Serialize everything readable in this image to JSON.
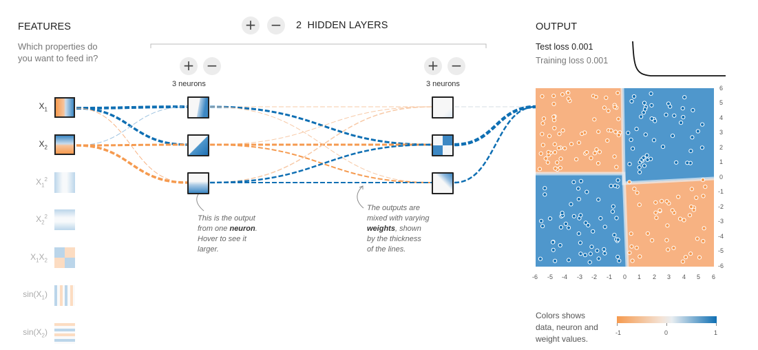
{
  "features_panel": {
    "title": "FEATURES",
    "subtitle_line1": "Which properties do",
    "subtitle_line2": "you want to feed in?",
    "items": [
      {
        "base": "X",
        "sub": "1",
        "sup": "",
        "active": true
      },
      {
        "base": "X",
        "sub": "2",
        "sup": "",
        "active": true
      },
      {
        "base": "X",
        "sub": "1",
        "sup": "2",
        "active": false
      },
      {
        "base": "X",
        "sub": "2",
        "sup": "2",
        "active": false
      },
      {
        "base": "X",
        "sub": "1",
        "base2": "X",
        "sub2": "2",
        "active": false
      },
      {
        "base": "sin(X",
        "sub": "1",
        "tail": ")",
        "active": false
      },
      {
        "base": "sin(X",
        "sub": "2",
        "tail": ")",
        "active": false
      }
    ]
  },
  "hidden_layers": {
    "count": "2",
    "label": "HIDDEN LAYERS",
    "add_label": "+",
    "remove_label": "−",
    "layers": [
      {
        "neurons_label": "3 neurons",
        "add_label": "+",
        "remove_label": "−"
      },
      {
        "neurons_label": "3 neurons",
        "add_label": "+",
        "remove_label": "−"
      }
    ]
  },
  "annotations": {
    "neuron_note": {
      "line1": "This is the output",
      "line2_prefix": "from one ",
      "line2_bold": "neuron",
      "line2_suffix": ".",
      "line3": "Hover to see it",
      "line4": "larger."
    },
    "weights_note": {
      "line1": "The outputs are",
      "line2": "mixed with varying",
      "line3_bold": "weights",
      "line3_suffix": ", shown",
      "line4": "by the thickness",
      "line5": "of the lines."
    }
  },
  "output_panel": {
    "title": "OUTPUT",
    "test_loss_label": "Test loss",
    "test_loss_value": "0.001",
    "training_loss_label": "Training loss",
    "training_loss_value": "0.001",
    "y_ticks": [
      "6",
      "5",
      "4",
      "3",
      "2",
      "1",
      "0",
      "-1",
      "-2",
      "-3",
      "-4",
      "-5",
      "-6"
    ],
    "x_ticks": [
      "-6",
      "-5",
      "-4",
      "-3",
      "-2",
      "-1",
      "0",
      "1",
      "2",
      "3",
      "4",
      "5",
      "6"
    ]
  },
  "legend": {
    "line1": "Colors shows",
    "line2": "data, neuron and",
    "line3": "weight values.",
    "min_label": "-1",
    "mid_label": "0",
    "max_label": "1"
  },
  "colors": {
    "orange": "#f59a4f",
    "blue": "#0f6fb3",
    "orange_fill": "#f7b282",
    "blue_fill": "#4f97cc"
  }
}
